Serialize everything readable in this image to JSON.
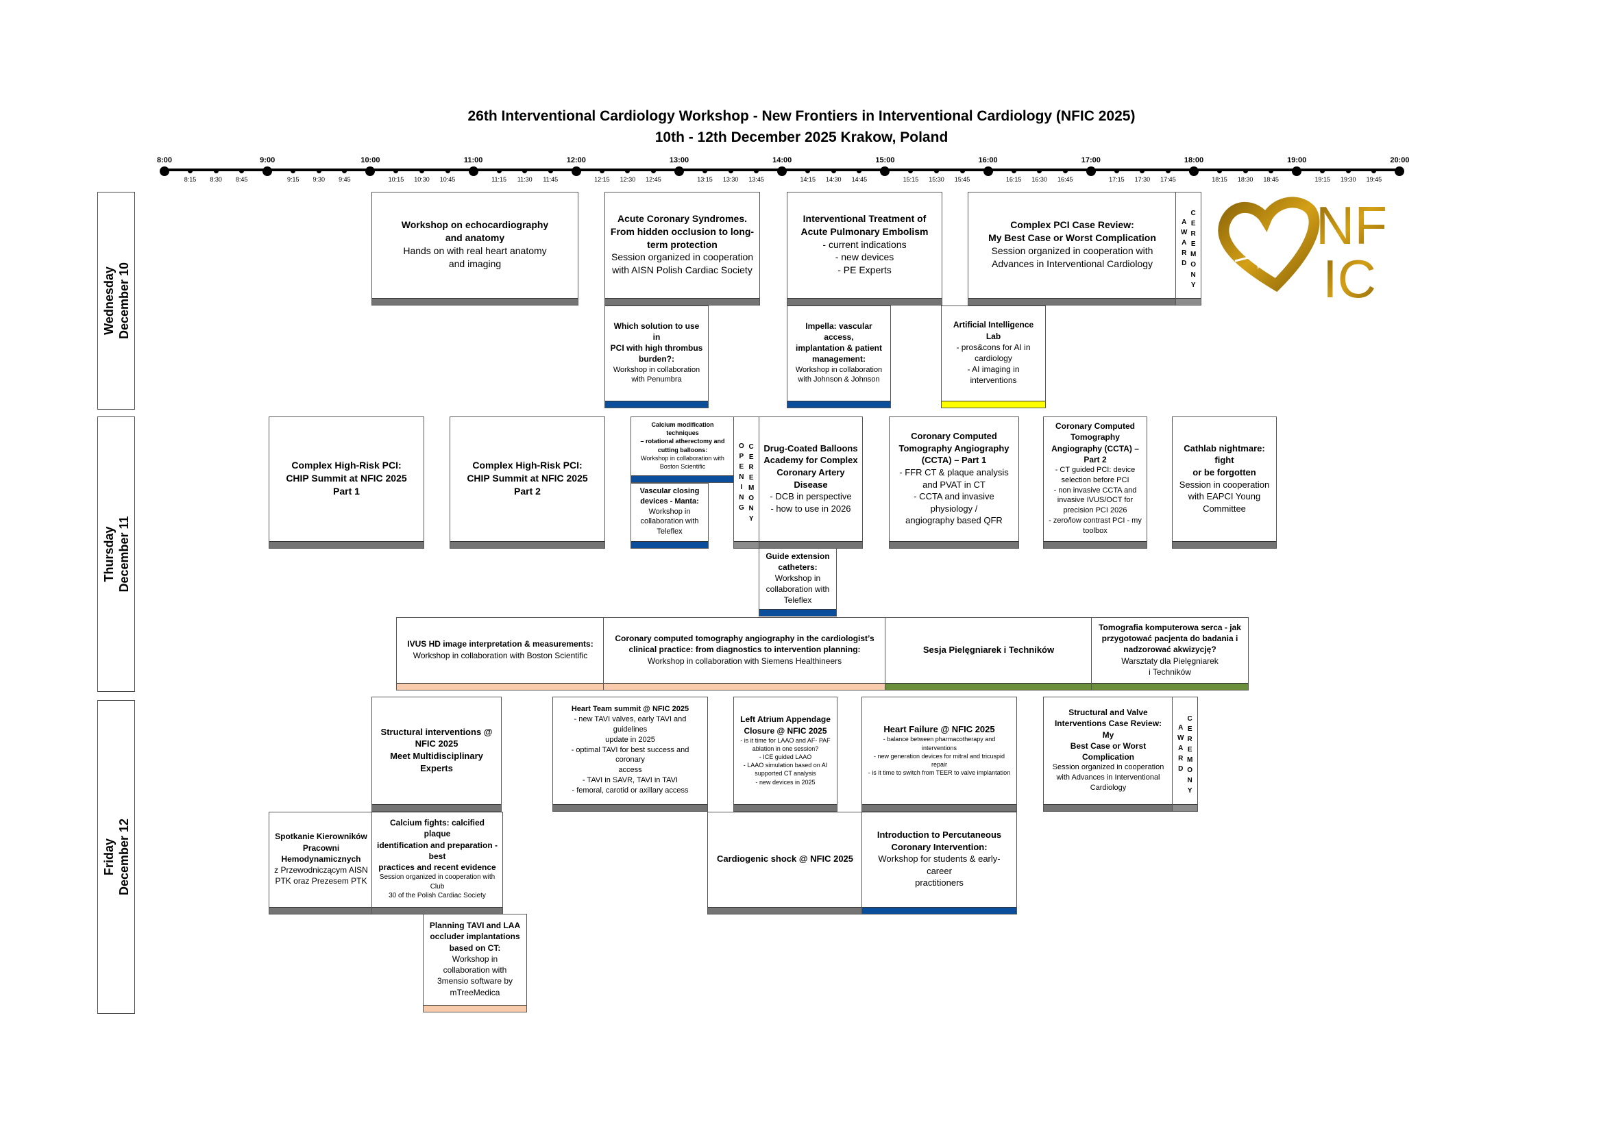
{
  "header": {
    "title_line1": "26th Interventional Cardiology Workshop - New Frontiers in Interventional Cardiology (NFIC 2025)",
    "title_line2": "10th - 12th December 2025 Krakow, Poland"
  },
  "timeline": {
    "hours": [
      "8:00",
      "9:00",
      "10:00",
      "11:00",
      "12:00",
      "13:00",
      "14:00",
      "15:00",
      "16:00",
      "17:00",
      "18:00",
      "19:00",
      "20:00"
    ],
    "quarters": [
      "8:15",
      "8:30",
      "8:45",
      "9:15",
      "9:30",
      "9:45",
      "10:15",
      "10:30",
      "10:45",
      "11:15",
      "11:30",
      "11:45",
      "12:15",
      "12:30",
      "12:45",
      "13:15",
      "13:30",
      "13:45",
      "14:15",
      "14:30",
      "14:45",
      "15:15",
      "15:30",
      "15:45",
      "16:15",
      "16:30",
      "16:45",
      "17:15",
      "17:30",
      "17:45",
      "18:15",
      "18:30",
      "18:45",
      "19:15",
      "19:30",
      "19:45"
    ]
  },
  "colors": {
    "gray_bar": "#747474",
    "blue_bar": "#0b4f9c",
    "yellow_bar": "#ffff00",
    "peach_bar": "#f8cbad",
    "green_bar": "#6b8e3a",
    "logo_gold": "#b8860b"
  },
  "days": [
    {
      "label_line1": "Wednesday",
      "label_line2": "December 10"
    },
    {
      "label_line1": "Thursday",
      "label_line2": "December 11"
    },
    {
      "label_line1": "Friday",
      "label_line2": "December 12"
    }
  ],
  "logo": {
    "text_top": "NF",
    "text_bottom": "IC"
  },
  "sessions": {
    "wed_echo": {
      "title": [
        "Workshop on echocardiography",
        "and anatomy"
      ],
      "sub": [
        "Hands on with real heart anatomy",
        "and imaging"
      ]
    },
    "wed_acs": {
      "title": [
        "Acute Coronary Syndromes.",
        "From hidden occlusion to long-",
        "term protection"
      ],
      "sub": [
        "Session organized in cooperation",
        "with AISN Polish Cardiac Society"
      ]
    },
    "wed_pe": {
      "title": [
        "Interventional Treatment of",
        "Acute Pulmonary Embolism"
      ],
      "sub": [
        "- current indications",
        "- new devices",
        "- PE Experts"
      ]
    },
    "wed_complex": {
      "title": [
        "Complex PCI Case Review:",
        "My Best Case or Worst Complication"
      ],
      "sub": [
        "Session organized in cooperation with",
        "Advances in Interventional Cardiology"
      ]
    },
    "wed_award": {
      "col1": "AWARD",
      "col2": "CEREMONY"
    },
    "wed_thrombus": {
      "title": [
        "Which solution to use in",
        "PCI with high thrombus",
        "burden?:"
      ],
      "sub": [
        "Workshop in collaboration",
        "with Penumbra"
      ]
    },
    "wed_impella": {
      "title": [
        "Impella: vascular access,",
        "implantation & patient",
        "management:"
      ],
      "sub": [
        "Workshop in collaboration",
        "with Johnson & Johnson"
      ]
    },
    "wed_ai": {
      "title": [
        "Artificial Intelligence Lab"
      ],
      "sub": [
        "- pros&cons for AI in",
        "cardiology",
        "- AI imaging in",
        "interventions"
      ]
    },
    "thu_chip1": {
      "title": [
        "Complex High-Risk PCI:",
        "CHIP Summit at NFIC 2025",
        "Part 1"
      ],
      "sub": []
    },
    "thu_chip2": {
      "title": [
        "Complex High-Risk PCI:",
        "CHIP Summit at NFIC 2025",
        "Part 2"
      ],
      "sub": []
    },
    "thu_calcium": {
      "title": [
        "Calcium modification techniques",
        "– rotational atherectomy and",
        "cutting balloons:"
      ],
      "sub": [
        "Workshop in collaboration with",
        "Boston Scientific"
      ]
    },
    "thu_manta": {
      "title": [
        "Vascular closing",
        "devices - Manta:"
      ],
      "sub": [
        "Workshop in",
        "collaboration with",
        "Teleflex"
      ]
    },
    "thu_opening": {
      "col1": "OPENING",
      "col2": "CEREMONY"
    },
    "thu_dcb": {
      "title": [
        "Drug-Coated Balloons",
        "Academy for Complex",
        "Coronary Artery Disease"
      ],
      "sub": [
        "- DCB in perspective",
        "- how to use in 2026"
      ]
    },
    "thu_ccta1": {
      "title": [
        "Coronary Computed",
        "Tomography Angiography",
        "(CCTA) – Part 1"
      ],
      "sub": [
        "- FFR CT & plaque analysis",
        "and PVAT in CT",
        "- CCTA and invasive physiology /",
        "angiography based QFR"
      ]
    },
    "thu_ccta2": {
      "title": [
        "Coronary Computed",
        "Tomography",
        "Angiography (CCTA) –",
        "Part 2"
      ],
      "sub": [
        "- CT guided PCI: device",
        "selection before PCI",
        "- non invasive CCTA and",
        "invasive IVUS/OCT for",
        "precision PCI 2026",
        "- zero/low contrast PCI - my",
        "toolbox"
      ]
    },
    "thu_cathlab": {
      "title": [
        "Cathlab nightmare: fight",
        "or be forgotten"
      ],
      "sub": [
        "Session in cooperation",
        "with EAPCI Young",
        "Committee"
      ]
    },
    "thu_guide": {
      "title": [
        "Guide extension",
        "catheters:"
      ],
      "sub": [
        "Workshop in",
        "collaboration with",
        "Teleflex"
      ]
    },
    "thu_ivus": {
      "title": [
        "IVUS HD image interpretation & measurements:"
      ],
      "sub": [
        "Workshop in collaboration with Boston Scientific"
      ]
    },
    "thu_ctcard": {
      "title": [
        "Coronary computed tomography angiography in the cardiologist’s",
        "clinical practice: from diagnostics to intervention planning:"
      ],
      "sub": [
        "Workshop in collaboration with Siemens Healthineers"
      ]
    },
    "thu_nurses": {
      "title": [
        "Sesja Pielęgniarek i Techników"
      ],
      "sub": []
    },
    "thu_tomo": {
      "title": [
        "Tomografia komputerowa serca - jak",
        "przygotować pacjenta do badania i",
        "nadzorować akwizycję?"
      ],
      "sub": [
        "Warsztaty dla Pielęgniarek",
        "i Techników"
      ]
    },
    "fri_structural": {
      "title": [
        "Structural interventions @ NFIC 2025",
        "Meet Multidisciplinary Experts"
      ],
      "sub": []
    },
    "fri_heartteam": {
      "title": [
        "Heart Team summit @ NFIC 2025"
      ],
      "sub": [
        "- new TAVI valves, early TAVI and guidelines",
        "update in 2025",
        "- optimal TAVI for best success and coronary",
        "access",
        "- TAVI in SAVR, TAVI in TAVI",
        "- femoral, carotid or axillary access"
      ]
    },
    "fri_laac": {
      "title": [
        "Left Atrium Appendage",
        "Closure @ NFIC 2025"
      ],
      "sub": [
        "- is it time for LAAO and AF- PAF",
        "ablation in one session?",
        "- ICE guided LAAO",
        "- LAAO simulation based on AI",
        "supported CT analysis",
        "- new devices in 2025"
      ]
    },
    "fri_hf": {
      "title": [
        "Heart Failure @ NFIC 2025"
      ],
      "sub": [
        "- balance between pharmacotherapy and",
        "interventions",
        "- new generation devices for mitral and tricuspid",
        "repair",
        "- is it time to switch from TEER to valve implantation"
      ]
    },
    "fri_svcase": {
      "title": [
        "Structural and Valve",
        "Interventions Case Review: My",
        "Best Case or Worst Complication"
      ],
      "sub": [
        "Session organized in cooperation",
        "with Advances in Interventional",
        "Cardiology"
      ]
    },
    "fri_award": {
      "col1": "AWARD",
      "col2": "CEREMONY"
    },
    "fri_spotkanie": {
      "title": [
        "Spotkanie Kierowników",
        "Pracowni",
        "Hemodynamicznych"
      ],
      "sub": [
        "z Przewodniczącym AISN",
        "PTK oraz Prezesem PTK"
      ]
    },
    "fri_calcfights": {
      "title": [
        "Calcium fights: calcified plaque",
        "identification and preparation - best",
        "practices and recent evidence"
      ],
      "sub": [
        "Session organized in cooperation with Club",
        "30 of the Polish Cardiac Society"
      ]
    },
    "fri_shock": {
      "title": [
        "Cardiogenic shock @ NFIC 2025"
      ],
      "sub": []
    },
    "fri_intro": {
      "title": [
        "Introduction to Percutaneous",
        "Coronary Intervention:"
      ],
      "sub": [
        "Workshop for students & early-career",
        "practitioners"
      ]
    },
    "fri_tavi": {
      "title": [
        "Planning TAVI and LAA",
        "occluder implantations",
        "based on CT:"
      ],
      "sub": [
        "Workshop in",
        "collaboration with",
        "3mensio software by",
        "mTreeMedica"
      ]
    }
  }
}
